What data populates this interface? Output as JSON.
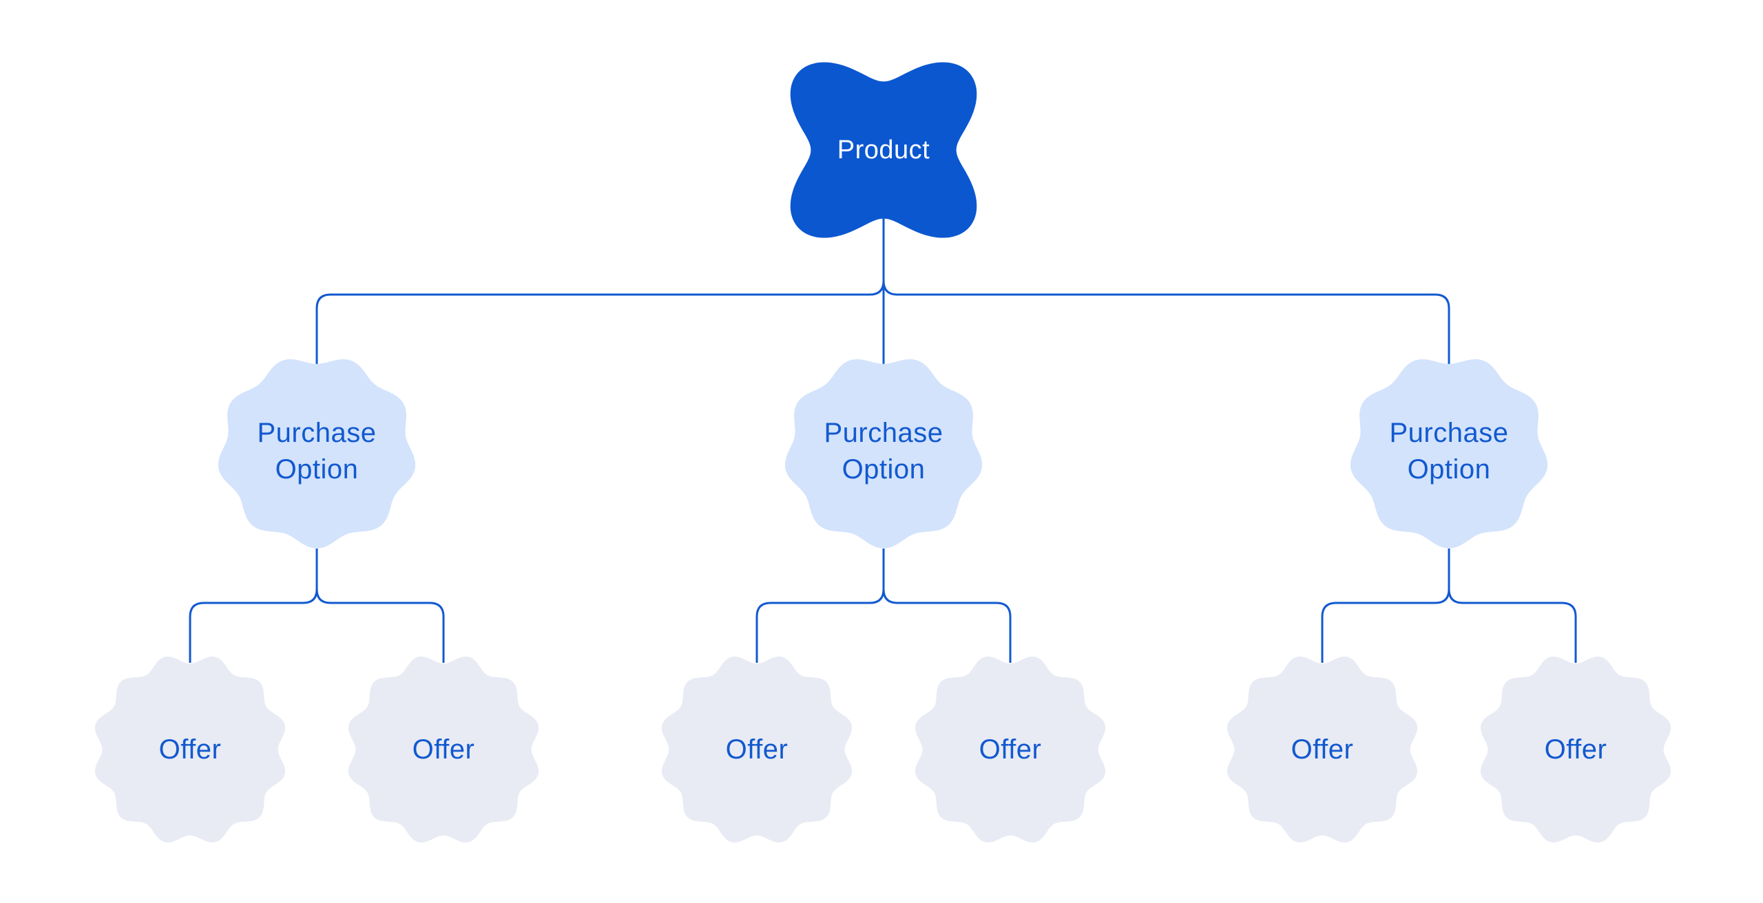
{
  "diagram": {
    "type": "tree",
    "levels": [
      "Product",
      "Purchase Option",
      "Offer"
    ],
    "nodes": {
      "product": {
        "label": "Product"
      },
      "purchase_options": [
        {
          "label": "Purchase Option"
        },
        {
          "label": "Purchase Option"
        },
        {
          "label": "Purchase Option"
        }
      ],
      "offers": [
        {
          "label": "Offer"
        },
        {
          "label": "Offer"
        },
        {
          "label": "Offer"
        },
        {
          "label": "Offer"
        },
        {
          "label": "Offer"
        },
        {
          "label": "Offer"
        }
      ]
    },
    "edges": [
      {
        "from": "product",
        "to": "purchase_options.0"
      },
      {
        "from": "product",
        "to": "purchase_options.1"
      },
      {
        "from": "product",
        "to": "purchase_options.2"
      },
      {
        "from": "purchase_options.0",
        "to": "offers.0"
      },
      {
        "from": "purchase_options.0",
        "to": "offers.1"
      },
      {
        "from": "purchase_options.1",
        "to": "offers.2"
      },
      {
        "from": "purchase_options.1",
        "to": "offers.3"
      },
      {
        "from": "purchase_options.2",
        "to": "offers.4"
      },
      {
        "from": "purchase_options.2",
        "to": "offers.5"
      }
    ],
    "colors": {
      "page_bg": "#FFFFFF",
      "product_fill": "#0B57D0",
      "product_text": "#FFFFFF",
      "purchase_fill": "#D3E3FC",
      "offer_fill": "#E8EBF4",
      "label_blue": "#1259CF",
      "connector": "#1259CF"
    }
  }
}
